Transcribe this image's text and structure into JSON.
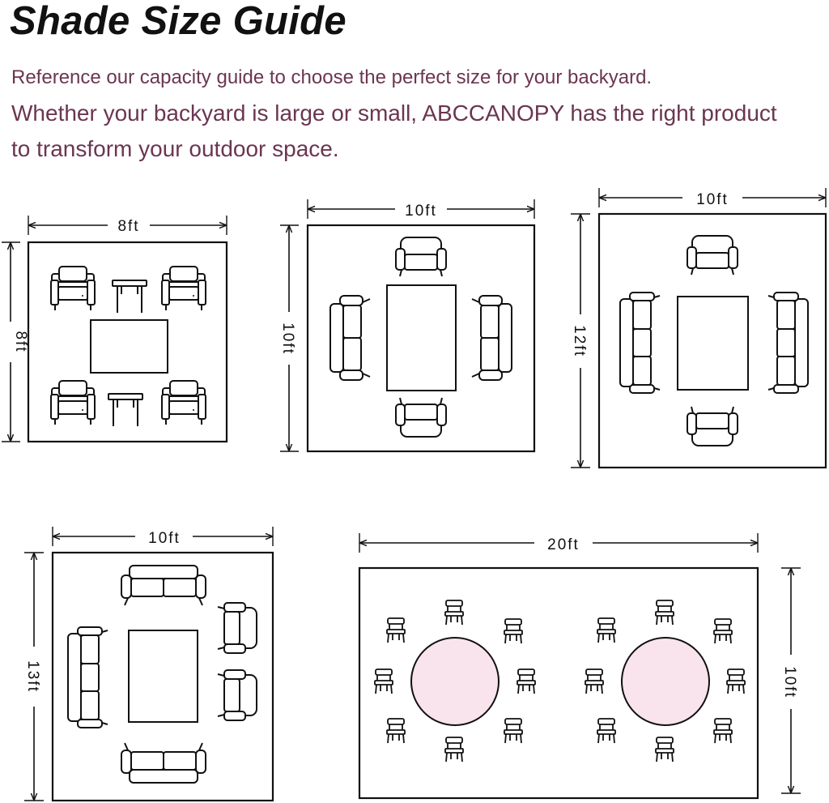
{
  "header": {
    "title": "Shade Size Guide",
    "subtitle_1": "Reference our capacity guide to choose the perfect size for your backyard.",
    "subtitle_2": "Whether your backyard is large or small, ABCCANOPY has the right product to transform your outdoor space."
  },
  "layouts": [
    {
      "width_label": "8ft",
      "depth_label": "8ft"
    },
    {
      "width_label": "10ft",
      "depth_label": "10ft"
    },
    {
      "width_label": "10ft",
      "depth_label": "12ft"
    },
    {
      "width_label": "10ft",
      "depth_label": "13ft"
    },
    {
      "width_label": "20ft",
      "depth_label": "10ft"
    }
  ],
  "colors": {
    "title": "#111111",
    "subtitle": "#6b3650",
    "line": "#111111",
    "round_table_fill": "#f9e3ec"
  }
}
